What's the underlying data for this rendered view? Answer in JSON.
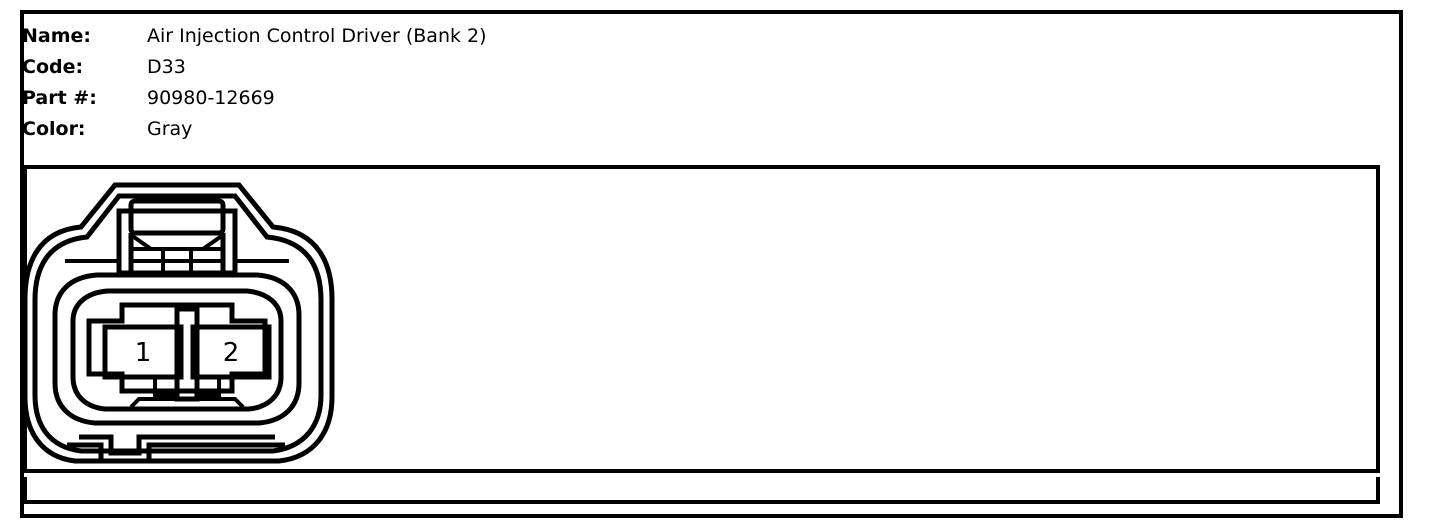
{
  "spec": {
    "rows": [
      {
        "label": "Name:",
        "value": "Air Injection Control Driver (Bank 2)"
      },
      {
        "label": "Code:",
        "value": "D33"
      },
      {
        "label": "Part #:",
        "value": "90980-12669"
      },
      {
        "label": "Color:",
        "value": "Gray"
      }
    ]
  },
  "connector": {
    "name": "2-pin automotive connector face view",
    "pin_count": 2,
    "pins": [
      {
        "number": "1",
        "position": "left"
      },
      {
        "number": "2",
        "position": "right"
      }
    ],
    "features": [
      "lock-tab-top",
      "keyway-center-divider",
      "bottom-alignment-notch"
    ]
  },
  "colors": {
    "line": "#000000",
    "background": "#ffffff",
    "text": "#000000"
  }
}
